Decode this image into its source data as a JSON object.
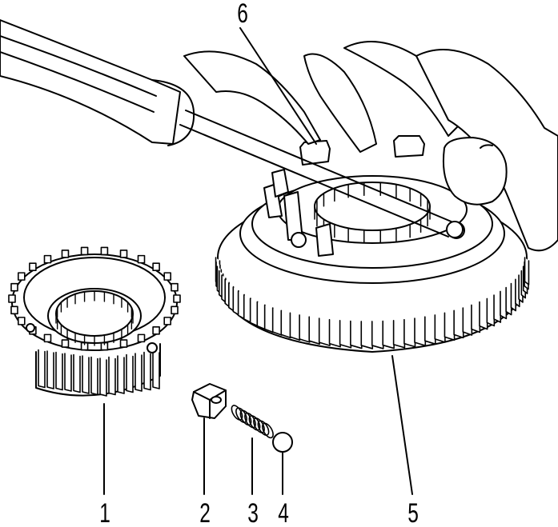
{
  "callouts": {
    "part_1": "1",
    "part_2": "2",
    "part_3": "3",
    "part_4": "4",
    "part_5": "5",
    "part_6": "6"
  },
  "colors": {
    "ink": "#000000",
    "paper": "#ffffff"
  }
}
